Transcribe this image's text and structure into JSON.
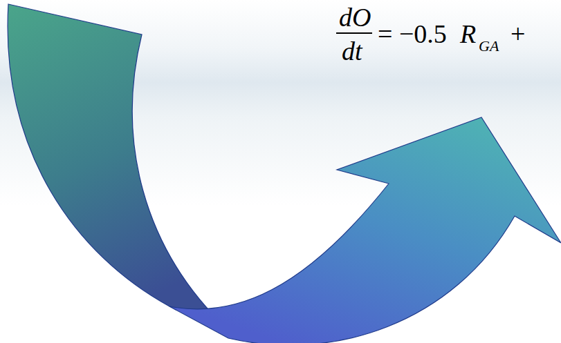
{
  "diagram": {
    "labels": [
      "dO",
      "dt",
      "= −0.5",
      "R",
      "GA",
      "+"
    ]
  }
}
